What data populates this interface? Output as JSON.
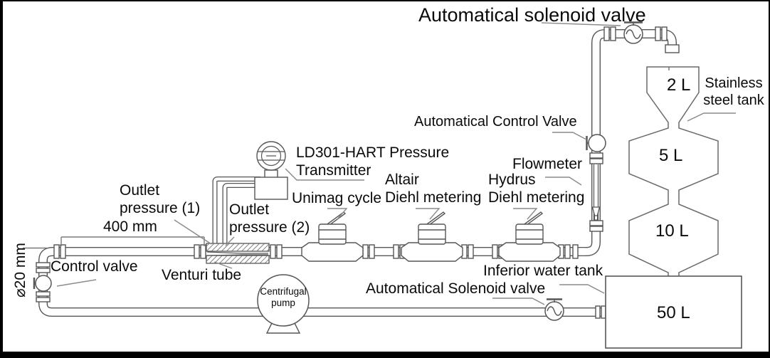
{
  "diagram": {
    "type": "water-meter-test-rig piping and instrumentation schematic",
    "labels": {
      "solenoid_valve_top": "Automatical solenoid valve",
      "stainless_steel_tank": "Stainless\nsteel tank",
      "automatical_control_valve": "Automatical Control Valve",
      "flowmeter": "Flowmeter",
      "pressure_transmitter": "LD301-HART Pressure\nTransmitter",
      "outlet_pressure_1": "Outlet\npressure (1)",
      "outlet_pressure_2": "Outlet\npressure (2)",
      "dim_length": "400 mm",
      "dim_diameter": "⌀20 mm",
      "control_valve": "Control valve",
      "venturi_tube": "Venturi tube",
      "meter_unimag": "Unimag cycle",
      "meter_altair": "Altair\nDiehl metering",
      "meter_hydrus": "Hydrus\nDiehl metering",
      "pump": "Centrifugal\npump",
      "inferior_water_tank": "Inferior water tank",
      "solenoid_valve_bottom": "Automatical Solenoid valve"
    },
    "tank_sections": [
      {
        "capacity": "2 L"
      },
      {
        "capacity": "5 L"
      },
      {
        "capacity": "10 L"
      },
      {
        "capacity": "50 L"
      }
    ],
    "components": [
      "automatical solenoid valve (top)",
      "stainless steel calibrated tank (2 L / 5 L / 10 L)",
      "automatical control valve",
      "flowmeter (rotameter)",
      "LD301-HART pressure transmitter",
      "venturi tube with outlet pressure taps (1) and (2)",
      "manual control valve",
      "water meters: Unimag cycle, Altair Diehl metering, Hydrus Diehl metering",
      "centrifugal pump",
      "automatical solenoid valve (bottom)",
      "inferior water tank (50 L)"
    ],
    "dimensions": {
      "pipe_diameter": "⌀20 mm",
      "upstream_length": "400 mm"
    },
    "colors": {
      "background": "#ffffff",
      "frame": "#000000",
      "line": "#565656",
      "leader": "#8a8a8a",
      "text": "#0a0a0a"
    }
  }
}
